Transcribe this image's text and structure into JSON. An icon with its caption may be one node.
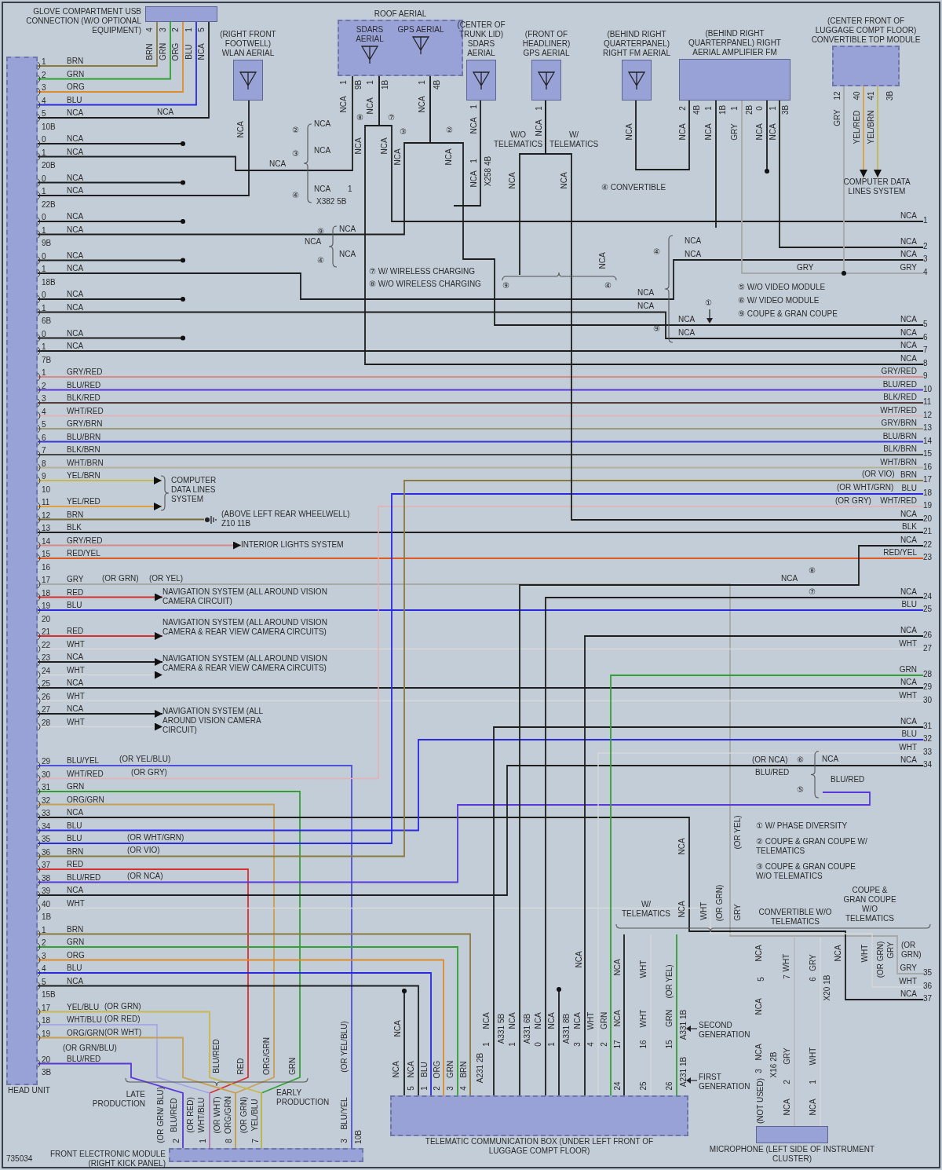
{
  "diagram": {
    "nodes": [
      {
        "text": [
          "HEAD UNIT"
        ]
      },
      {
        "text": [
          "GLOVE COMPARTMENT USB CONNECTION (W/O OPTIONAL EQUIPMENT)"
        ]
      },
      {
        "text": [
          "(RIGHT FRONT FOOTWELL) WLAN AERIAL"
        ]
      },
      {
        "text": [
          "ROOF AERIAL"
        ]
      },
      {
        "text": [
          "SDARS AERIAL"
        ],
        "in": 3
      },
      {
        "text": [
          "GPS AERIAL"
        ],
        "in": 3
      },
      {
        "text": [
          "(CENTER OF TRUNK LID) SDARS AERIAL"
        ]
      },
      {
        "text": [
          "(FRONT OF HEADLINER) GPS AERIAL"
        ]
      },
      {
        "text": [
          "(BEHIND RIGHT QUARTERPANEL) RIGHT FM AERIAL"
        ]
      },
      {
        "text": [
          "(BEHIND RIGHT QUARTERPANEL) RIGHT AERIAL AMPLIFIER FM"
        ]
      },
      {
        "text": [
          "(CENTER FRONT OF LUGGAGE COMPT FLOOR) CONVERTIBLE TOP MODULE"
        ]
      },
      {
        "text": [
          "COMPUTER DATA LINES SYSTEM"
        ]
      },
      {
        "text": [
          "COMPUTER DATA LINES SYSTEM"
        ]
      },
      {
        "text": [
          "(ABOVE LEFT REAR WHEELWELL) Z10 11B"
        ]
      },
      {
        "text": [
          "INTERIOR LIGHTS SYSTEM"
        ]
      },
      {
        "text": [
          "NAVIGATION SYSTEM (ALL AROUND VISION CAMERA CIRCUIT)"
        ]
      },
      {
        "text": [
          "NAVIGATION SYSTEM (ALL AROUND VISION CAMERA & REAR VIEW CAMERA CIRCUITS)"
        ]
      },
      {
        "text": [
          "NAVIGATION SYSTEM (ALL AROUND VISION CAMERA & REAR VIEW CAMERA CIRCUITS)"
        ]
      },
      {
        "text": [
          "NAVIGATION SYSTEM (ALL AROUND VISION CAMERA CIRCUIT)"
        ]
      },
      {
        "text": [
          "TELEMATIC COMMUNICATION BOX (UNDER LEFT FRONT OF LUGGAGE COMPT FLOOR)"
        ]
      },
      {
        "text": [
          "MICROPHONE (LEFT SIDE OF INSTRUMENT CLUSTER)"
        ]
      },
      {
        "text": [
          "FRONT ELECTRONIC MODULE (RIGHT KICK PANEL)"
        ]
      },
      {
        "text": [
          "1"
        ]
      },
      {
        "text": [
          "2"
        ]
      },
      {
        "text": [
          "3"
        ]
      },
      {
        "text": [
          "4"
        ]
      },
      {
        "text": [
          "5"
        ]
      },
      {
        "text": [
          "6"
        ]
      },
      {
        "text": [
          "7"
        ]
      },
      {
        "text": [
          "8"
        ]
      },
      {
        "text": [
          "9"
        ]
      },
      {
        "text": [
          "10"
        ]
      },
      {
        "text": [
          "11"
        ]
      },
      {
        "text": [
          "12"
        ]
      },
      {
        "text": [
          "13"
        ]
      },
      {
        "text": [
          "14"
        ]
      },
      {
        "text": [
          "15"
        ]
      },
      {
        "text": [
          "16"
        ]
      },
      {
        "text": [
          "17"
        ]
      },
      {
        "text": [
          "18"
        ]
      },
      {
        "text": [
          "19"
        ]
      },
      {
        "text": [
          "20"
        ]
      },
      {
        "text": [
          "21"
        ]
      },
      {
        "text": [
          "22"
        ]
      },
      {
        "text": [
          "23"
        ]
      },
      {
        "text": [
          "24"
        ]
      },
      {
        "text": [
          "25"
        ]
      },
      {
        "text": [
          "26"
        ]
      },
      {
        "text": [
          "27"
        ]
      },
      {
        "text": [
          "28"
        ]
      },
      {
        "text": [
          "29"
        ]
      },
      {
        "text": [
          "30"
        ]
      },
      {
        "text": [
          "31"
        ]
      },
      {
        "text": [
          "32"
        ]
      },
      {
        "text": [
          "33"
        ]
      },
      {
        "text": [
          "34"
        ]
      },
      {
        "text": [
          "35"
        ]
      },
      {
        "text": [
          "36"
        ]
      },
      {
        "text": [
          "37"
        ]
      }
    ],
    "edges": [
      {
        "from": 0,
        "to": 1,
        "arrow": "none",
        "label": "BRN",
        "color": "#8a7a40"
      },
      {
        "from": 0,
        "to": 1,
        "arrow": "none",
        "label": "GRN",
        "color": "#33a033"
      },
      {
        "from": 0,
        "to": 1,
        "arrow": "none",
        "label": "ORG",
        "color": "#e08a2a"
      },
      {
        "from": 0,
        "to": 1,
        "arrow": "none",
        "label": "BLU",
        "color": "#2a2ae0"
      },
      {
        "from": 0,
        "to": 1,
        "arrow": "none",
        "label": "NCA"
      },
      {
        "from": 0,
        "to": null,
        "arrow": "other",
        "label": "NCA"
      },
      {
        "from": 0,
        "to": 4,
        "arrow": "none",
        "label": "NCA"
      },
      {
        "from": 0,
        "to": null,
        "arrow": "other",
        "label": "NCA"
      },
      {
        "from": 0,
        "to": 2,
        "arrow": "none",
        "label": "NCA"
      },
      {
        "from": 0,
        "to": null,
        "arrow": "other",
        "label": "NCA"
      },
      {
        "from": 0,
        "to": 5,
        "arrow": "none",
        "label": "NCA"
      },
      {
        "from": 0,
        "to": null,
        "arrow": "other",
        "label": "NCA"
      },
      {
        "from": 0,
        "to": 24,
        "arrow": "none",
        "label": "NCA"
      },
      {
        "from": 0,
        "to": null,
        "arrow": "other",
        "label": "NCA"
      },
      {
        "from": 0,
        "to": 27,
        "arrow": "none",
        "label": "NCA"
      },
      {
        "from": 0,
        "to": null,
        "arrow": "other",
        "label": "NCA"
      },
      {
        "from": 0,
        "to": 28,
        "arrow": "none",
        "label": "NCA"
      },
      {
        "from": 0,
        "to": 30,
        "arrow": "none",
        "label": "GRY/RED",
        "color": "#d88a8a"
      },
      {
        "from": 0,
        "to": 31,
        "arrow": "none",
        "label": "BLU/RED",
        "color": "#5a38d8"
      },
      {
        "from": 0,
        "to": 32,
        "arrow": "none",
        "label": "BLK/RED",
        "color": "#5a3a3a"
      },
      {
        "from": 0,
        "to": 33,
        "arrow": "none",
        "label": "WHT/RED",
        "color": "#e8b0b0"
      },
      {
        "from": 0,
        "to": 34,
        "arrow": "none",
        "label": "GRY/BRN",
        "color": "#9a9a7a"
      },
      {
        "from": 0,
        "to": 35,
        "arrow": "none",
        "label": "BLU/BRN",
        "color": "#3838d8"
      },
      {
        "from": 0,
        "to": 36,
        "arrow": "none",
        "label": "BLK/BRN",
        "color": "#484840"
      },
      {
        "from": 0,
        "to": 37,
        "arrow": "none",
        "label": "WHT/BRN",
        "color": "#b8b098"
      },
      {
        "from": 0,
        "to": 12,
        "arrow": "to",
        "label": "YEL/BRN",
        "color": "#c8b850"
      },
      {
        "from": 0,
        "to": 12,
        "arrow": "to",
        "label": "YEL/RED",
        "color": "#e0a040"
      },
      {
        "from": 0,
        "to": 13,
        "arrow": "none",
        "label": "BRN",
        "color": "#7a6a3a"
      },
      {
        "from": 0,
        "to": 42,
        "arrow": "none",
        "label": "BLK"
      },
      {
        "from": 0,
        "to": 14,
        "arrow": "to",
        "label": "GRY/RED",
        "color": "#d88a8a"
      },
      {
        "from": 0,
        "to": 44,
        "arrow": "none",
        "label": "RED/YEL",
        "color": "#e05a20"
      },
      {
        "from": 0,
        "to": 56,
        "arrow": "none",
        "label": "GRY",
        "color": "#a8a8a8"
      },
      {
        "from": 0,
        "to": 15,
        "arrow": "to",
        "label": "RED",
        "color": "#d83030"
      },
      {
        "from": 0,
        "to": 46,
        "arrow": "none",
        "label": "BLU",
        "color": "#2a2ae0"
      },
      {
        "from": 0,
        "to": 16,
        "arrow": "to",
        "label": "RED",
        "color": "#d83030"
      },
      {
        "from": 0,
        "to": 48,
        "arrow": "none",
        "label": "WHT",
        "color": "#d8d8d8"
      },
      {
        "from": 0,
        "to": 17,
        "arrow": "to",
        "label": "NCA"
      },
      {
        "from": 0,
        "to": 17,
        "arrow": "to",
        "label": "WHT",
        "color": "#d8d8d8"
      },
      {
        "from": 0,
        "to": 50,
        "arrow": "none",
        "label": "NCA"
      },
      {
        "from": 0,
        "to": 51,
        "arrow": "none",
        "label": "WHT",
        "color": "#d8d8d8"
      },
      {
        "from": 0,
        "to": 18,
        "arrow": "to",
        "label": "NCA"
      },
      {
        "from": 0,
        "to": 18,
        "arrow": "to",
        "label": "WHT",
        "color": "#d8d8d8"
      },
      {
        "from": 0,
        "to": 21,
        "arrow": "none",
        "label": "BLU/YEL",
        "color": "#5050d8"
      },
      {
        "from": 0,
        "to": 40,
        "arrow": "none",
        "label": "WHT/RED",
        "color": "#e8b0b0"
      },
      {
        "from": 0,
        "to": 21,
        "arrow": "none",
        "label": "GRN",
        "color": "#33a033"
      },
      {
        "from": 0,
        "to": 21,
        "arrow": "none",
        "label": "ORG/GRN",
        "color": "#c8a050"
      },
      {
        "from": 0,
        "to": 58,
        "arrow": "none",
        "label": "NCA"
      },
      {
        "from": 0,
        "to": 53,
        "arrow": "none",
        "label": "BLU",
        "color": "#2a2ae0"
      },
      {
        "from": 0,
        "to": 39,
        "arrow": "none",
        "label": "BLU",
        "color": "#2a2ae0"
      },
      {
        "from": 0,
        "to": 38,
        "arrow": "none",
        "label": "BRN",
        "color": "#8a7a40"
      },
      {
        "from": 0,
        "to": 21,
        "arrow": "none",
        "label": "RED",
        "color": "#d83030"
      },
      {
        "from": 0,
        "to": null,
        "arrow": "none",
        "label": "BLU/RED",
        "color": "#5a38d8"
      },
      {
        "from": 0,
        "to": 55,
        "arrow": "none",
        "label": "NCA"
      },
      {
        "from": 0,
        "to": 57,
        "arrow": "none",
        "label": "WHT",
        "color": "#d8d8d8"
      },
      {
        "from": 0,
        "to": 19,
        "arrow": "none",
        "label": "BRN",
        "color": "#8a7a40"
      },
      {
        "from": 0,
        "to": 19,
        "arrow": "none",
        "label": "GRN",
        "color": "#33a033"
      },
      {
        "from": 0,
        "to": 19,
        "arrow": "none",
        "label": "ORG",
        "color": "#e08a2a"
      },
      {
        "from": 0,
        "to": 19,
        "arrow": "none",
        "label": "BLU",
        "color": "#2a2ae0"
      },
      {
        "from": 0,
        "to": 19,
        "arrow": "none",
        "label": "NCA"
      },
      {
        "from": 0,
        "to": 21,
        "arrow": "none",
        "label": "YEL/BLU",
        "color": "#c8b850"
      },
      {
        "from": 0,
        "to": 21,
        "arrow": "none",
        "label": "WHT/BLU",
        "color": "#a0a0e8"
      },
      {
        "from": 0,
        "to": 21,
        "arrow": "none",
        "label": "ORG/GRN",
        "color": "#c8a050"
      },
      {
        "from": 0,
        "to": 21,
        "arrow": "none",
        "label": "BLU/RED",
        "color": "#5a38d8"
      },
      {
        "from": 4,
        "to": 29,
        "arrow": "none"
      },
      {
        "from": 4,
        "to": 22,
        "arrow": "none"
      },
      {
        "from": 5,
        "to": 26,
        "arrow": "none"
      },
      {
        "from": 6,
        "to": null,
        "arrow": "none"
      },
      {
        "from": 7,
        "to": null,
        "arrow": "none"
      },
      {
        "from": 7,
        "to": 41,
        "arrow": "none"
      },
      {
        "from": 8,
        "to": 9,
        "arrow": "none"
      },
      {
        "from": 9,
        "to": null,
        "arrow": "none"
      },
      {
        "from": 9,
        "to": 25,
        "arrow": "none",
        "color": "#a8a8a8"
      },
      {
        "from": 9,
        "to": null,
        "arrow": "other"
      },
      {
        "from": 9,
        "to": 23,
        "arrow": "none"
      },
      {
        "from": 10,
        "to": null,
        "arrow": "other",
        "color": "#a8a8a8"
      },
      {
        "from": 10,
        "to": 11,
        "arrow": "to",
        "color": "#e0a040"
      },
      {
        "from": 10,
        "to": 11,
        "arrow": "to",
        "color": "#c8b850"
      },
      {
        "from": 19,
        "to": 52,
        "arrow": "none"
      },
      {
        "from": 19,
        "to": 43,
        "arrow": "none"
      },
      {
        "from": 19,
        "to": 45,
        "arrow": "none"
      },
      {
        "from": 19,
        "to": null,
        "arrow": "other"
      },
      {
        "from": 19,
        "to": 47,
        "arrow": "none"
      },
      {
        "from": 19,
        "to": 54,
        "arrow": "none",
        "color": "#d8d8d8"
      },
      {
        "from": 19,
        "to": 49,
        "arrow": "none",
        "color": "#33a033"
      },
      {
        "from": 19,
        "to": null,
        "arrow": "none"
      },
      {
        "from": 19,
        "to": null,
        "arrow": "none",
        "color": "#d8d8d8"
      },
      {
        "from": 19,
        "to": null,
        "arrow": "none",
        "color": "#33a033"
      },
      {
        "from": 20,
        "to": null,
        "arrow": "none",
        "color": "#b8b8b8"
      },
      {
        "from": 20,
        "to": null,
        "arrow": "none",
        "color": "#d8d8d8"
      },
      {
        "from": 19,
        "to": null,
        "arrow": "other"
      }
    ],
    "labels": [
      "1",
      "2",
      "3",
      "4",
      "5",
      "10B",
      "0",
      "1",
      "20B",
      "0",
      "1",
      "22B",
      "0",
      "1",
      "9B",
      "0",
      "1",
      "18B",
      "0",
      "1",
      "6B",
      "0",
      "1",
      "7B",
      "1",
      "2",
      "3",
      "4",
      "5",
      "6",
      "7",
      "8",
      "9",
      "10",
      "11",
      "12",
      "13",
      "14",
      "15",
      "16",
      "17",
      "18",
      "19",
      "20",
      "21",
      "22",
      "23",
      "24",
      "25",
      "26",
      "27",
      "28",
      "29",
      "30",
      "31",
      "32",
      "33",
      "34",
      "35",
      "36",
      "37",
      "38",
      "39",
      "40",
      "1B",
      "1",
      "2",
      "3",
      "4",
      "5",
      "15B",
      "17",
      "18",
      "19",
      "20",
      "3B",
      "NCA",
      "NCA",
      "NCA",
      "GRY",
      "NCA",
      "NCA",
      "NCA",
      "NCA",
      "GRY/RED",
      "BLU/RED",
      "BLK/RED",
      "WHT/RED",
      "GRY/BRN",
      "BLU/BRN",
      "BLK/BRN",
      "WHT/BRN",
      "BRN",
      "BLU",
      "WHT/RED",
      "NCA",
      "BLK",
      "NCA",
      "RED/YEL",
      "NCA",
      "BLU",
      "NCA",
      "WHT",
      "GRN",
      "NCA",
      "WHT",
      "NCA",
      "BLU",
      "WHT",
      "NCA",
      "GRY",
      "WHT",
      "NCA",
      "4",
      "BRN",
      "3",
      "GRN",
      "2",
      "ORG",
      "1",
      "BLU",
      "5",
      "NCA",
      "NCA",
      "NCA",
      "②",
      "NCA",
      "③",
      "NCA",
      "NCA",
      "④",
      "NCA",
      "1",
      "X382 5B",
      "1",
      "9B",
      "NCA",
      "1",
      "1B",
      "NCA",
      "1",
      "4B",
      "NCA",
      "⑧",
      "⑦",
      "③",
      "②",
      "NCA",
      "NCA",
      "NCA",
      "NCA",
      "⑨",
      "NCA",
      "NCA",
      "④",
      "NCA",
      "⑦ W/ WIRELESS CHARGING",
      "⑧ W/O WIRELESS CHARGING",
      "1",
      "NCA",
      "1",
      "NCA",
      "X258 4B",
      "1",
      "NCA",
      "W/O TELEMATICS",
      "W/ TELEMATICS",
      "NCA",
      "NCA",
      "NCA",
      "2",
      "4B",
      "NCA",
      "1",
      "1B",
      "NCA",
      "1",
      "2B",
      "GRY",
      "0",
      "NCA",
      "1",
      "3B",
      "NCA",
      "④ CONVERTIBLE",
      "12",
      "GRY",
      "40",
      "YEL/RED",
      "41",
      "YEL/BRN",
      "3B",
      "NCA",
      "⑨",
      "④",
      "④",
      "NCA",
      "NCA",
      "NCA",
      "NCA",
      "⑨",
      "NCA",
      "NCA",
      "①",
      "GRY",
      "⑤ W/O VIDEO MODULE",
      "⑥ W/ VIDEO MODULE",
      "⑨ COUPE & GRAN COUPE",
      "(OR GRN)",
      "(OR YEL)",
      "(OR VIO)",
      "(OR WHT/GRN)",
      "(OR GRY)",
      "⑧",
      "NCA",
      "⑦",
      "(OR NCA)",
      "⑥",
      "NCA",
      "BLU/RED",
      "⑤",
      "BLU/RED",
      "① W/ PHASE DIVERSITY",
      "② COUPE & GRAN COUPE W/ TELEMATICS",
      "③ COUPE & GRAN COUPE W/O TELEMATICS",
      "(OR YEL/BLU)",
      "(OR GRY)",
      "(OR WHT/GRN)",
      "(OR VIO)",
      "(OR NCA)",
      "(OR GRN)",
      "(OR RED)",
      "(OR WHT)",
      "(OR GRN/BLU)",
      "BLU/RED",
      "RED",
      "ORG/GRN",
      "GRN",
      "(OR YEL/BLU)",
      "LATE PRODUCTION",
      "EARLY PRODUCTION",
      "(OR GRN/ BLU)",
      "BLU/RED",
      "2",
      "(OR RED)",
      "WHT/BLU",
      "1",
      "(OR WHT)",
      "ORG/GRN",
      "8",
      "(OR GRN)",
      "YEL/BLU",
      "7",
      "BLU/YEL",
      "3",
      "10B",
      "735034",
      "NCA",
      "NCA",
      "5",
      "NCA",
      "1",
      "BLU",
      "2",
      "ORG",
      "3",
      "GRN",
      "4",
      "BRN",
      "A231 2B",
      "1",
      "NCA",
      "A331 5B",
      "1",
      "NCA",
      "A331 6B",
      "0",
      "NCA",
      "1",
      "NCA",
      "A331 8B",
      "NCA",
      "3",
      "NCA",
      "4",
      "WHT",
      "2",
      "GRN",
      "17",
      "NCA",
      "NCA",
      "24",
      "16",
      "WHT",
      "WHT",
      "25",
      "15",
      "GRN",
      "(OR YEL)",
      "26",
      "A331 1B",
      "A231 1B",
      "SECOND GENERATION",
      "FIRST GENERATION",
      "W/ TELEMATICS",
      "NCA",
      "(OR YEL)",
      "NCA",
      "WHT",
      "(OR GRN)",
      "GRY",
      "CONVERTIBLE W/O TELEMATICS",
      "COUPE & GRAN COUPE W/O TELEMATICS",
      "NCA",
      "WHT",
      "GRY",
      "5",
      "7",
      "6",
      "X20 1B",
      "NCA",
      "NCA",
      "3",
      "X16 2B",
      "2",
      "GRY",
      "1",
      "WHT",
      "(NOT USED)",
      "NCA",
      "NCA",
      "NCA",
      "WHT",
      "(OR GRN)",
      "GRY",
      "(OR GRN)"
    ]
  }
}
